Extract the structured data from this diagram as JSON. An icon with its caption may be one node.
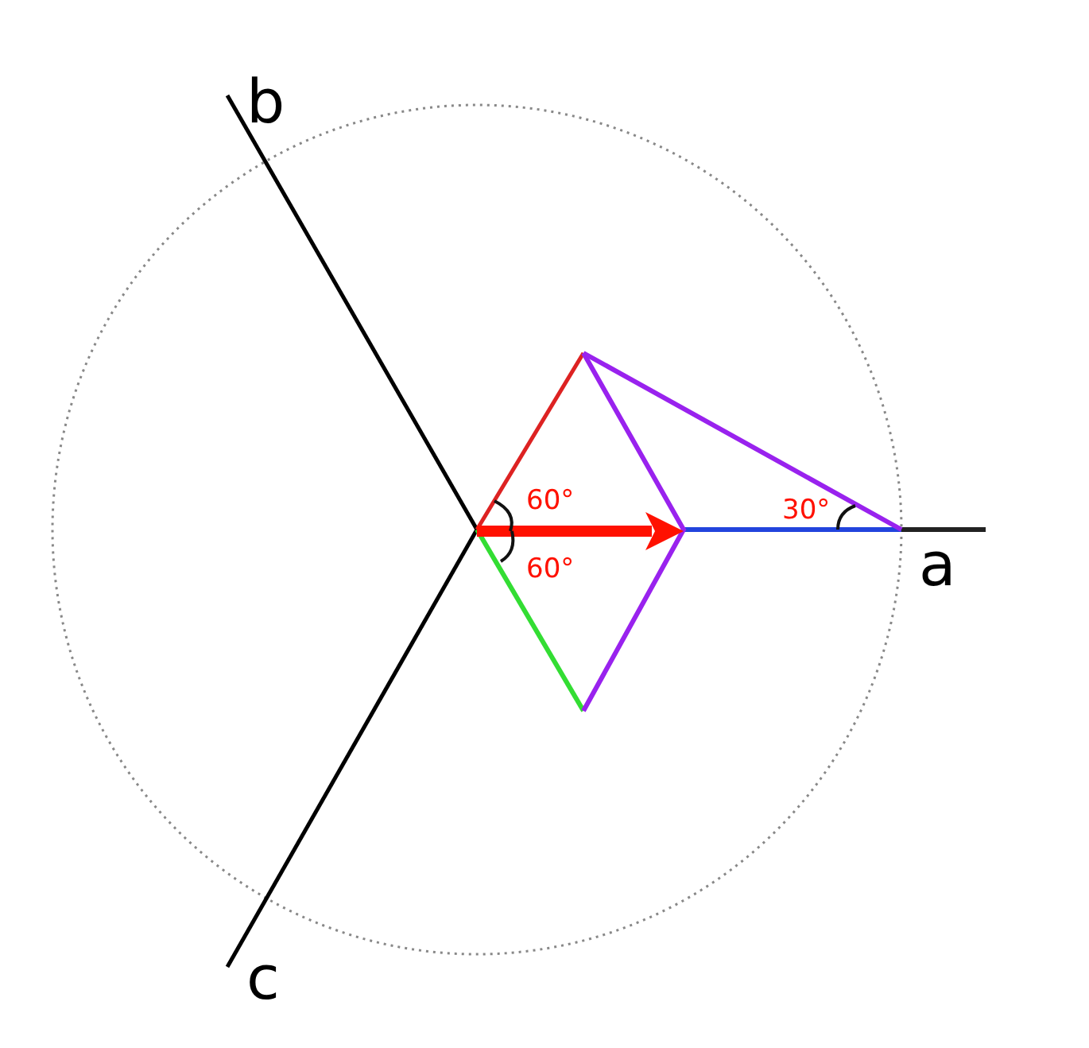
{
  "diagram": {
    "labels": [
      "b",
      "60°",
      "30°",
      "a",
      "60°",
      "c"
    ]
  }
}
